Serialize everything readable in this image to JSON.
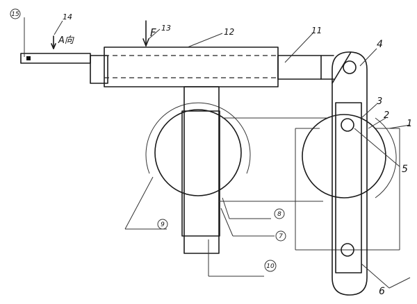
{
  "labels": {
    "l1": "1",
    "l2": "2",
    "l3": "3",
    "l4": "4",
    "l5": "5",
    "l6": "6",
    "l7": "7",
    "l8": "8",
    "l9": "9",
    "l10": "10",
    "l11": "11",
    "l12": "12",
    "l13": "13",
    "l14": "14",
    "l15": "15",
    "view_a": "A向",
    "force_f": "F"
  }
}
